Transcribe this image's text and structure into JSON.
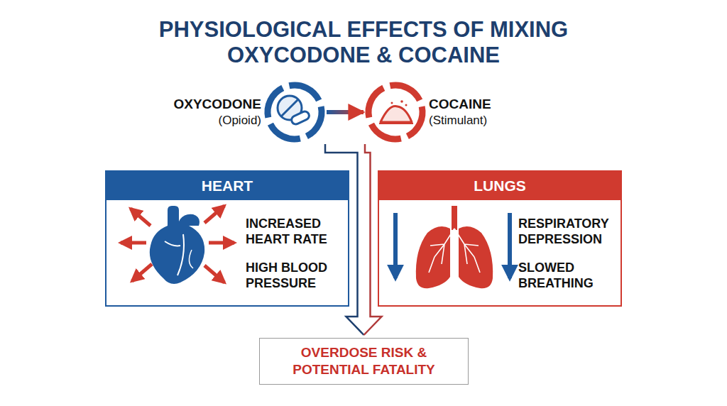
{
  "diagram": {
    "title": "PHYSIOLOGICAL EFFECTS OF MIXING OXYCODONE & COCAINE",
    "nodes": [
      {
        "text": [
          "OXYCODONE",
          "(Opioid)"
        ]
      },
      {
        "text": [
          "COCAINE",
          "(Stimulant)"
        ]
      },
      {
        "text": [
          "HEART",
          "INCREASED HEART RATE",
          "HIGH BLOOD PRESSURE"
        ]
      },
      {
        "text": [
          "LUNGS",
          "RESPIRATORY DEPRESSION",
          "SLOWED BREATHING"
        ]
      },
      {
        "text": [
          "OVERDOSE RISK & POTENTIAL FATALITY"
        ]
      }
    ],
    "edges": [
      {
        "from": 0,
        "to": 1,
        "arrow": "to"
      },
      {
        "from": 0,
        "to": 4,
        "arrow": "to"
      },
      {
        "from": 1,
        "to": 4,
        "arrow": "to"
      }
    ]
  }
}
